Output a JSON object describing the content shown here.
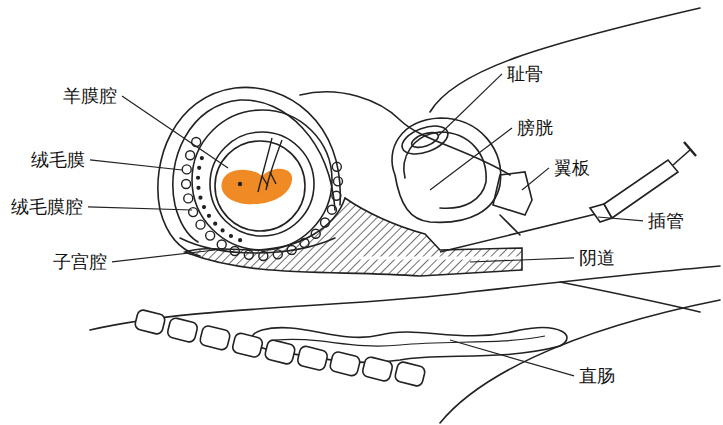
{
  "diagram": {
    "labels": [
      "羊膜腔",
      "绒毛膜",
      "绒毛膜腔",
      "子宫腔",
      "耻骨",
      "膀胱",
      "翼板",
      "插管",
      "阴道",
      "直肠"
    ]
  }
}
